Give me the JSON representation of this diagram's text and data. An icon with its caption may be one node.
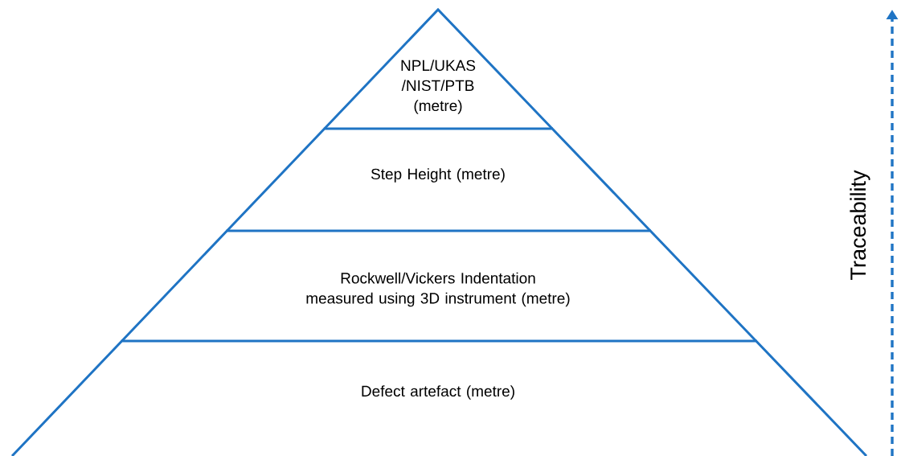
{
  "diagram": {
    "nodes": [
      {
        "text": [
          "NPL/UKAS /NIST/PTB (metre)"
        ]
      },
      {
        "text": [
          "Step Height (metre)"
        ]
      },
      {
        "text": [
          "Rockwell/Vickers Indentation measured using 3D instrument (metre)"
        ]
      },
      {
        "text": [
          "Defect artefact (metre)"
        ]
      }
    ],
    "labels": [
      "Traceability"
    ]
  }
}
